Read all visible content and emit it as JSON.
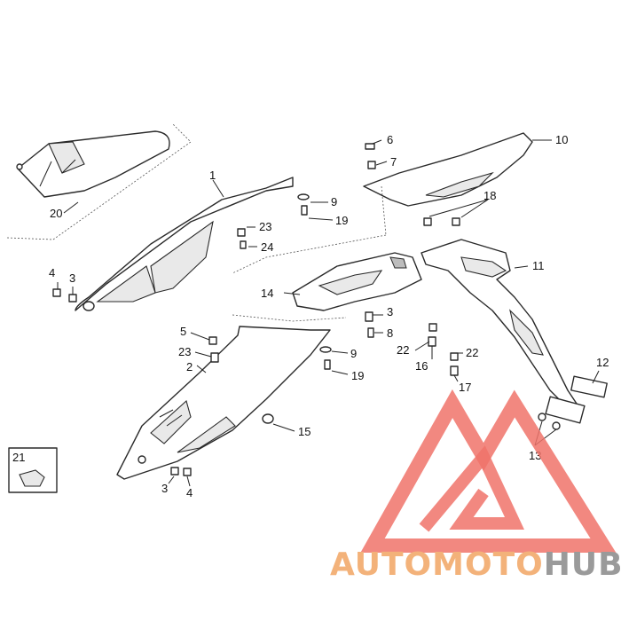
{
  "diagram": {
    "callouts": [
      {
        "id": "c1",
        "label": "1"
      },
      {
        "id": "c2",
        "label": "2"
      },
      {
        "id": "c3a",
        "label": "3"
      },
      {
        "id": "c3b",
        "label": "3"
      },
      {
        "id": "c3c",
        "label": "3"
      },
      {
        "id": "c4a",
        "label": "4"
      },
      {
        "id": "c4b",
        "label": "4"
      },
      {
        "id": "c5",
        "label": "5"
      },
      {
        "id": "c6",
        "label": "6"
      },
      {
        "id": "c7",
        "label": "7"
      },
      {
        "id": "c8",
        "label": "8"
      },
      {
        "id": "c9a",
        "label": "9"
      },
      {
        "id": "c9b",
        "label": "9"
      },
      {
        "id": "c10",
        "label": "10"
      },
      {
        "id": "c11",
        "label": "11"
      },
      {
        "id": "c12",
        "label": "12"
      },
      {
        "id": "c13",
        "label": "13"
      },
      {
        "id": "c14",
        "label": "14"
      },
      {
        "id": "c15",
        "label": "15"
      },
      {
        "id": "c16",
        "label": "16"
      },
      {
        "id": "c17",
        "label": "17"
      },
      {
        "id": "c18",
        "label": "18"
      },
      {
        "id": "c19a",
        "label": "19"
      },
      {
        "id": "c19b",
        "label": "19"
      },
      {
        "id": "c20",
        "label": "20"
      },
      {
        "id": "c21",
        "label": "21"
      },
      {
        "id": "c22a",
        "label": "22"
      },
      {
        "id": "c22b",
        "label": "22"
      },
      {
        "id": "c23a",
        "label": "23"
      },
      {
        "id": "c23b",
        "label": "23"
      },
      {
        "id": "c24",
        "label": "24"
      }
    ]
  },
  "watermark": {
    "brand_part1": "AUTOMOTO",
    "brand_part2": "HUB",
    "colors": {
      "triangle": "#f0736a",
      "text_orange": "#f3b27a",
      "text_grey": "#9a9a9a"
    }
  }
}
